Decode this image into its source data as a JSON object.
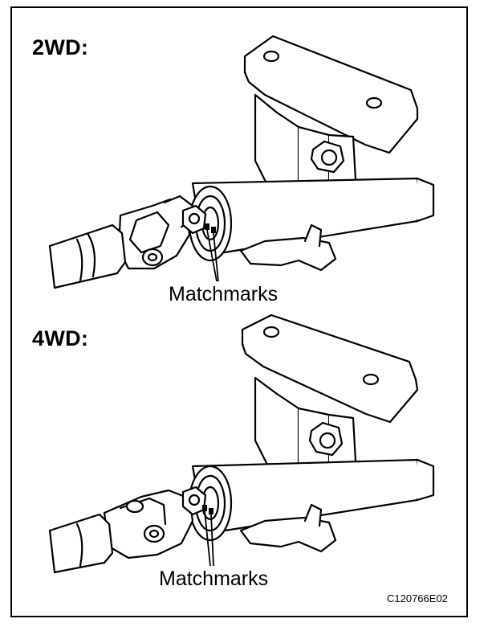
{
  "figure": {
    "panels": [
      {
        "label": "2WD:",
        "callout": "Matchmarks"
      },
      {
        "label": "4WD:",
        "callout": "Matchmarks"
      }
    ],
    "code": "C120766E02"
  }
}
